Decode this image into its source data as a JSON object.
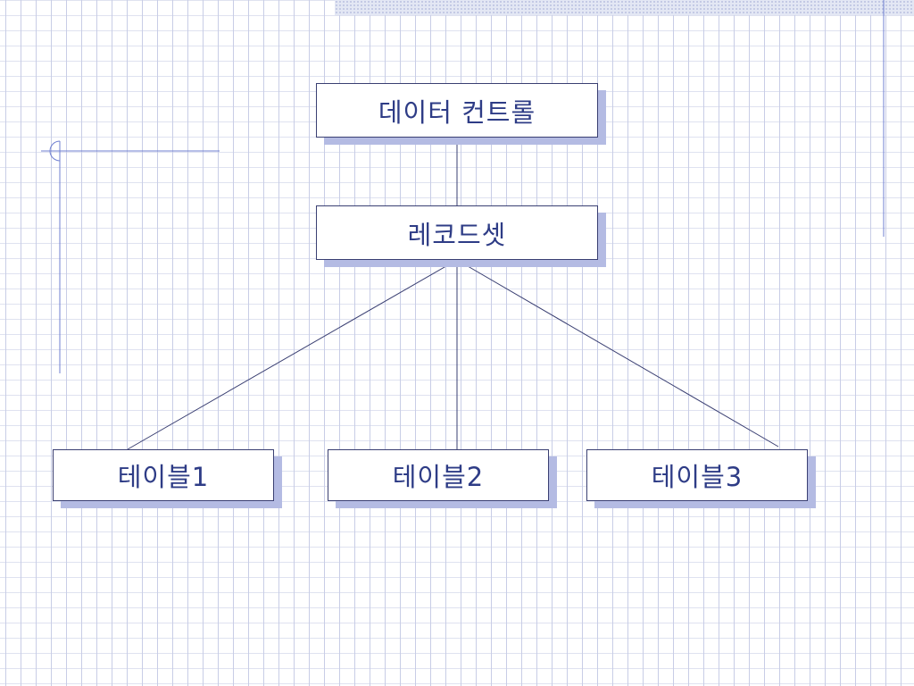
{
  "diagram": {
    "type": "hierarchy",
    "root": {
      "label": "데이터 컨트롤"
    },
    "level1": {
      "label": "레코드셋"
    },
    "leaves": [
      {
        "label": "테이블1"
      },
      {
        "label": "테이블2"
      },
      {
        "label": "테이블3"
      }
    ]
  },
  "colors": {
    "line": "#3a3f72",
    "text": "#2e3c86",
    "shadow": "#b4bbe3",
    "grid": "#c8cde6",
    "accent_line": "#6f7fd1"
  }
}
